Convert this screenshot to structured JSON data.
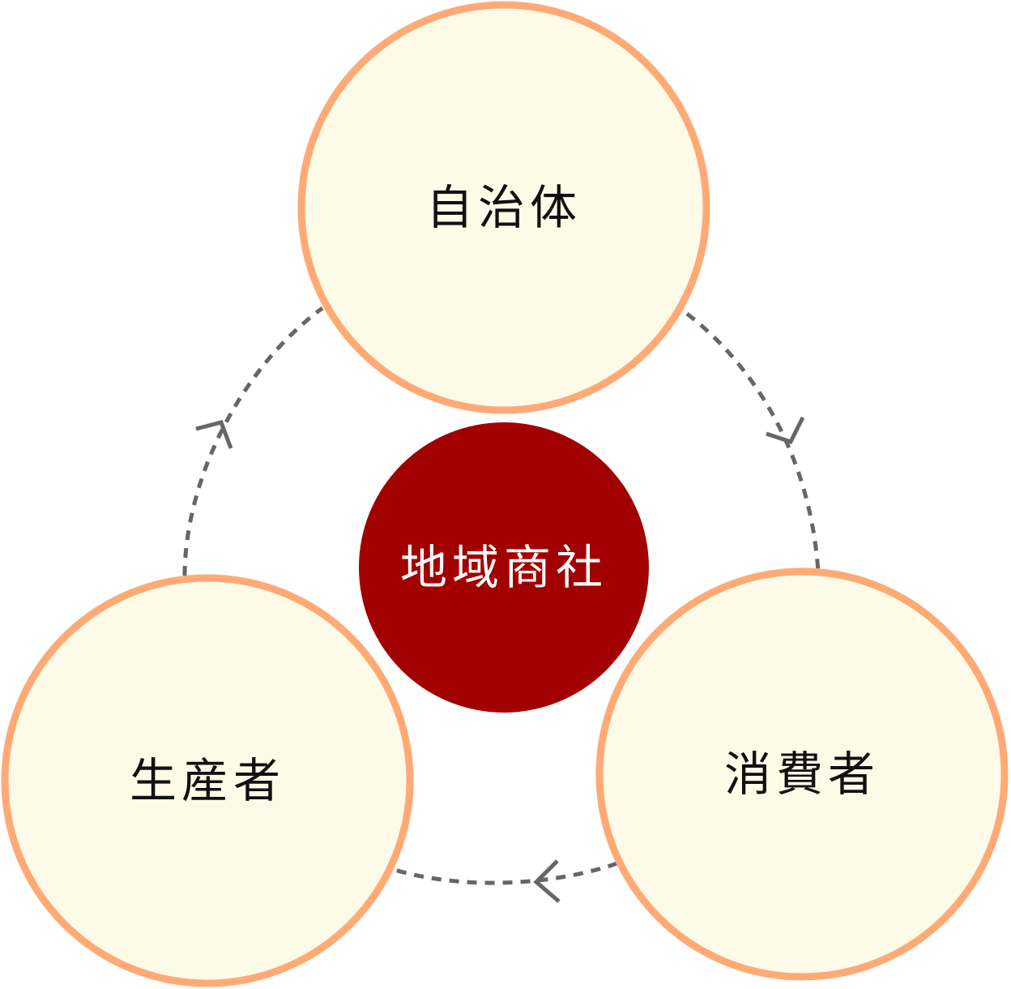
{
  "colors": {
    "node_fill": "#fefae8",
    "node_stroke": "#ffaa75",
    "center_fill": "#a20000",
    "center_text": "#ffffff",
    "label_text": "#111111",
    "arrow": "#666666"
  },
  "center": {
    "label": "地域商社"
  },
  "nodes": [
    {
      "id": "municipality",
      "label": "自治体"
    },
    {
      "id": "consumer",
      "label": "消費者"
    },
    {
      "id": "producer",
      "label": "生産者"
    }
  ],
  "cycle_direction": "clockwise"
}
